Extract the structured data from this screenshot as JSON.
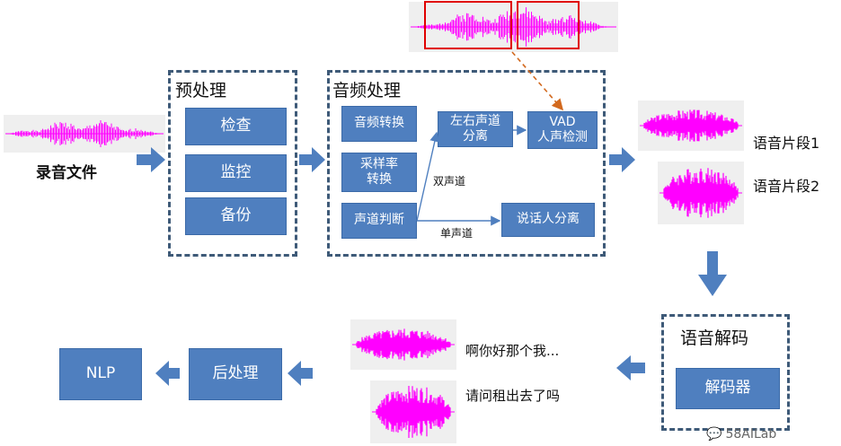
{
  "input": {
    "label": "录音文件"
  },
  "preprocess": {
    "title": "预处理",
    "items": [
      "检查",
      "监控",
      "备份"
    ]
  },
  "audio": {
    "title": "音频处理",
    "format_convert": "音频转换",
    "resample_line1": "采样率",
    "resample_line2": "转换",
    "channel_detect": "声道判断",
    "lr_line1": "左右声道",
    "lr_line2": "分离",
    "vad_line1": "VAD",
    "vad_line2": "人声检测",
    "diarization": "说话人分离",
    "dual_label": "双声道",
    "mono_label": "单声道"
  },
  "segments": {
    "seg1": "语音片段1",
    "seg2": "语音片段2"
  },
  "decode": {
    "title": "语音解码",
    "decoder": "解码器"
  },
  "results": {
    "text1": "啊你好那个我...",
    "text2": "请问租出去了吗"
  },
  "post": {
    "label": "后处理"
  },
  "nlp": {
    "label": "NLP"
  },
  "watermark": {
    "text": "58AILab"
  },
  "colors": {
    "box": "#4f7fbf",
    "arrow": "#4f7fbf",
    "dashed_border": "#3e5a78",
    "wave": "#ff00ff",
    "highlight": "#e00000",
    "dashed_arrow": "#d2691e"
  }
}
